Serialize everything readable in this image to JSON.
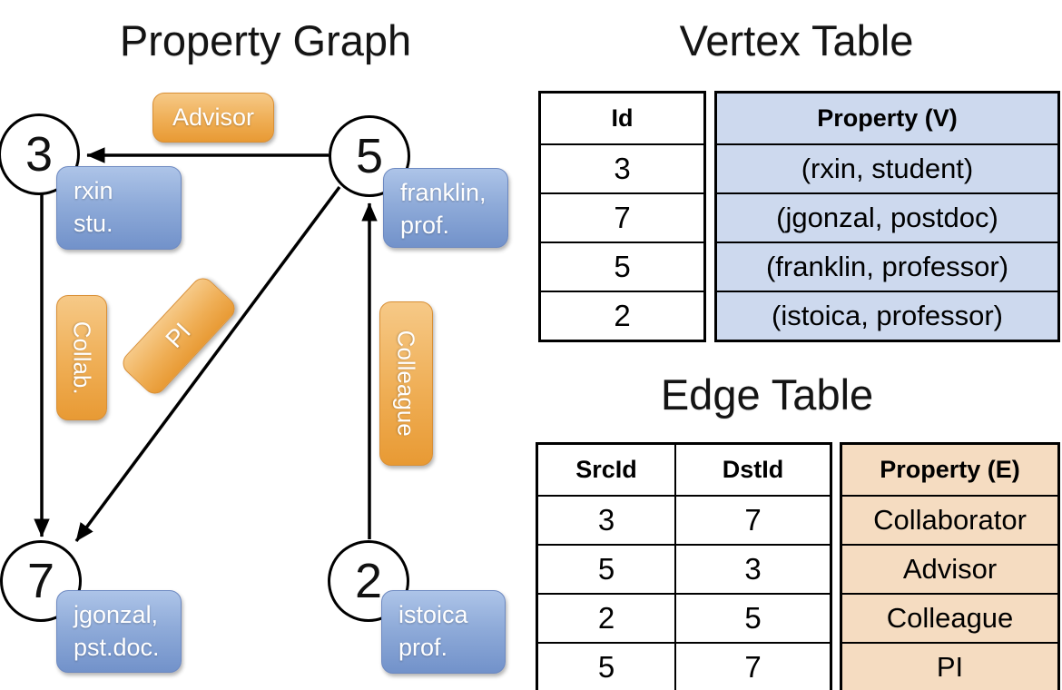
{
  "graph": {
    "title": "Property Graph",
    "nodes": {
      "v3": {
        "id": "3",
        "label": "rxin\nstu."
      },
      "v5": {
        "id": "5",
        "label": "franklin,\nprof."
      },
      "v7": {
        "id": "7",
        "label": "jgonzal,\npst.doc."
      },
      "v2": {
        "id": "2",
        "label": "istoica\nprof."
      }
    },
    "edge_labels": {
      "advisor": "Advisor",
      "collab": "Collab.",
      "pi": "PI",
      "colleague": "Colleague"
    }
  },
  "vertex_table": {
    "title": "Vertex Table",
    "columns": {
      "id": "Id",
      "property": "Property (V)"
    },
    "rows": [
      {
        "id": "3",
        "property": "(rxin, student)"
      },
      {
        "id": "7",
        "property": "(jgonzal, postdoc)"
      },
      {
        "id": "5",
        "property": "(franklin, professor)"
      },
      {
        "id": "2",
        "property": "(istoica, professor)"
      }
    ]
  },
  "edge_table": {
    "title": "Edge Table",
    "columns": {
      "src": "SrcId",
      "dst": "DstId",
      "property": "Property (E)"
    },
    "rows": [
      {
        "src": "3",
        "dst": "7",
        "property": "Collaborator"
      },
      {
        "src": "5",
        "dst": "3",
        "property": "Advisor"
      },
      {
        "src": "2",
        "dst": "5",
        "property": "Colleague"
      },
      {
        "src": "5",
        "dst": "7",
        "property": "PI"
      }
    ]
  },
  "colors": {
    "vertex_property_fill": "#cdd9ee",
    "edge_property_fill": "#f5dcc1",
    "node_box_blue_top": "#adc4e8",
    "node_box_blue_bottom": "#7292ca",
    "edge_box_orange_top": "#f6c987",
    "edge_box_orange_bottom": "#e89a34",
    "stroke": "#000000"
  }
}
